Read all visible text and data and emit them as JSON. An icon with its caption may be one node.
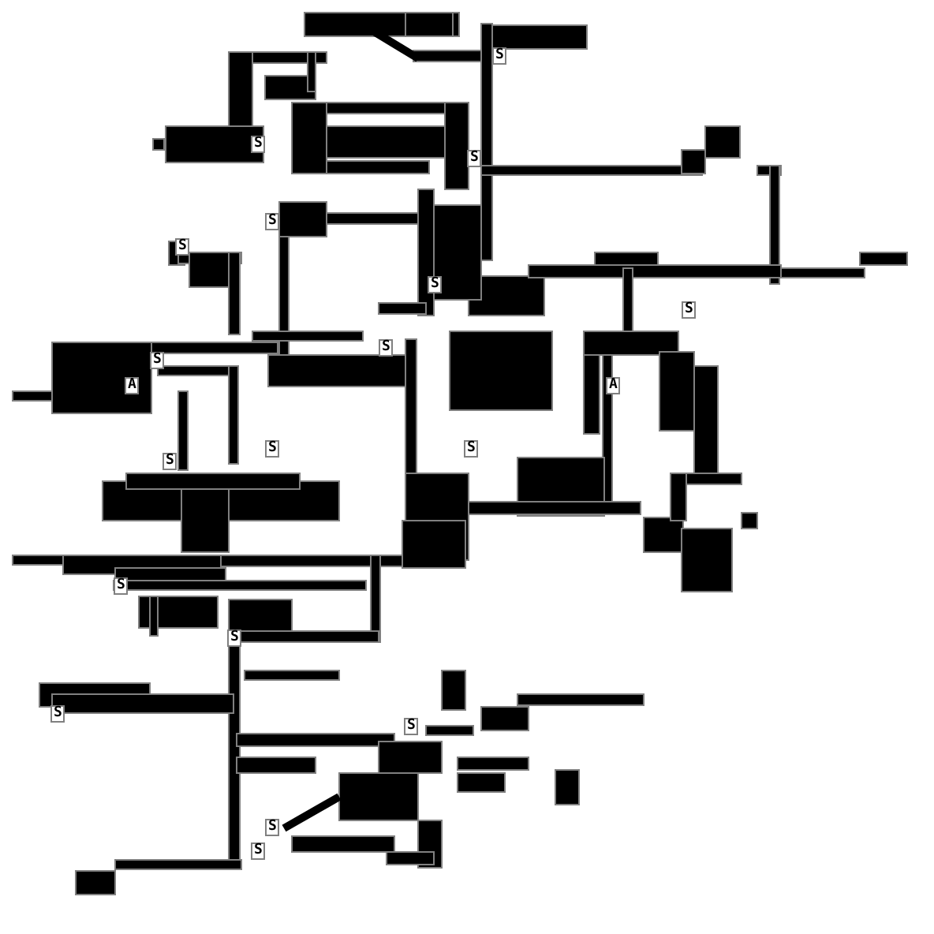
{
  "diagram": {
    "labels": [
      "S",
      "S",
      "S",
      "S",
      "S",
      "S",
      "S",
      "S",
      "S",
      "A",
      "A",
      "S",
      "S",
      "S",
      "S",
      "S",
      "S",
      "S",
      "S",
      "S"
    ]
  }
}
